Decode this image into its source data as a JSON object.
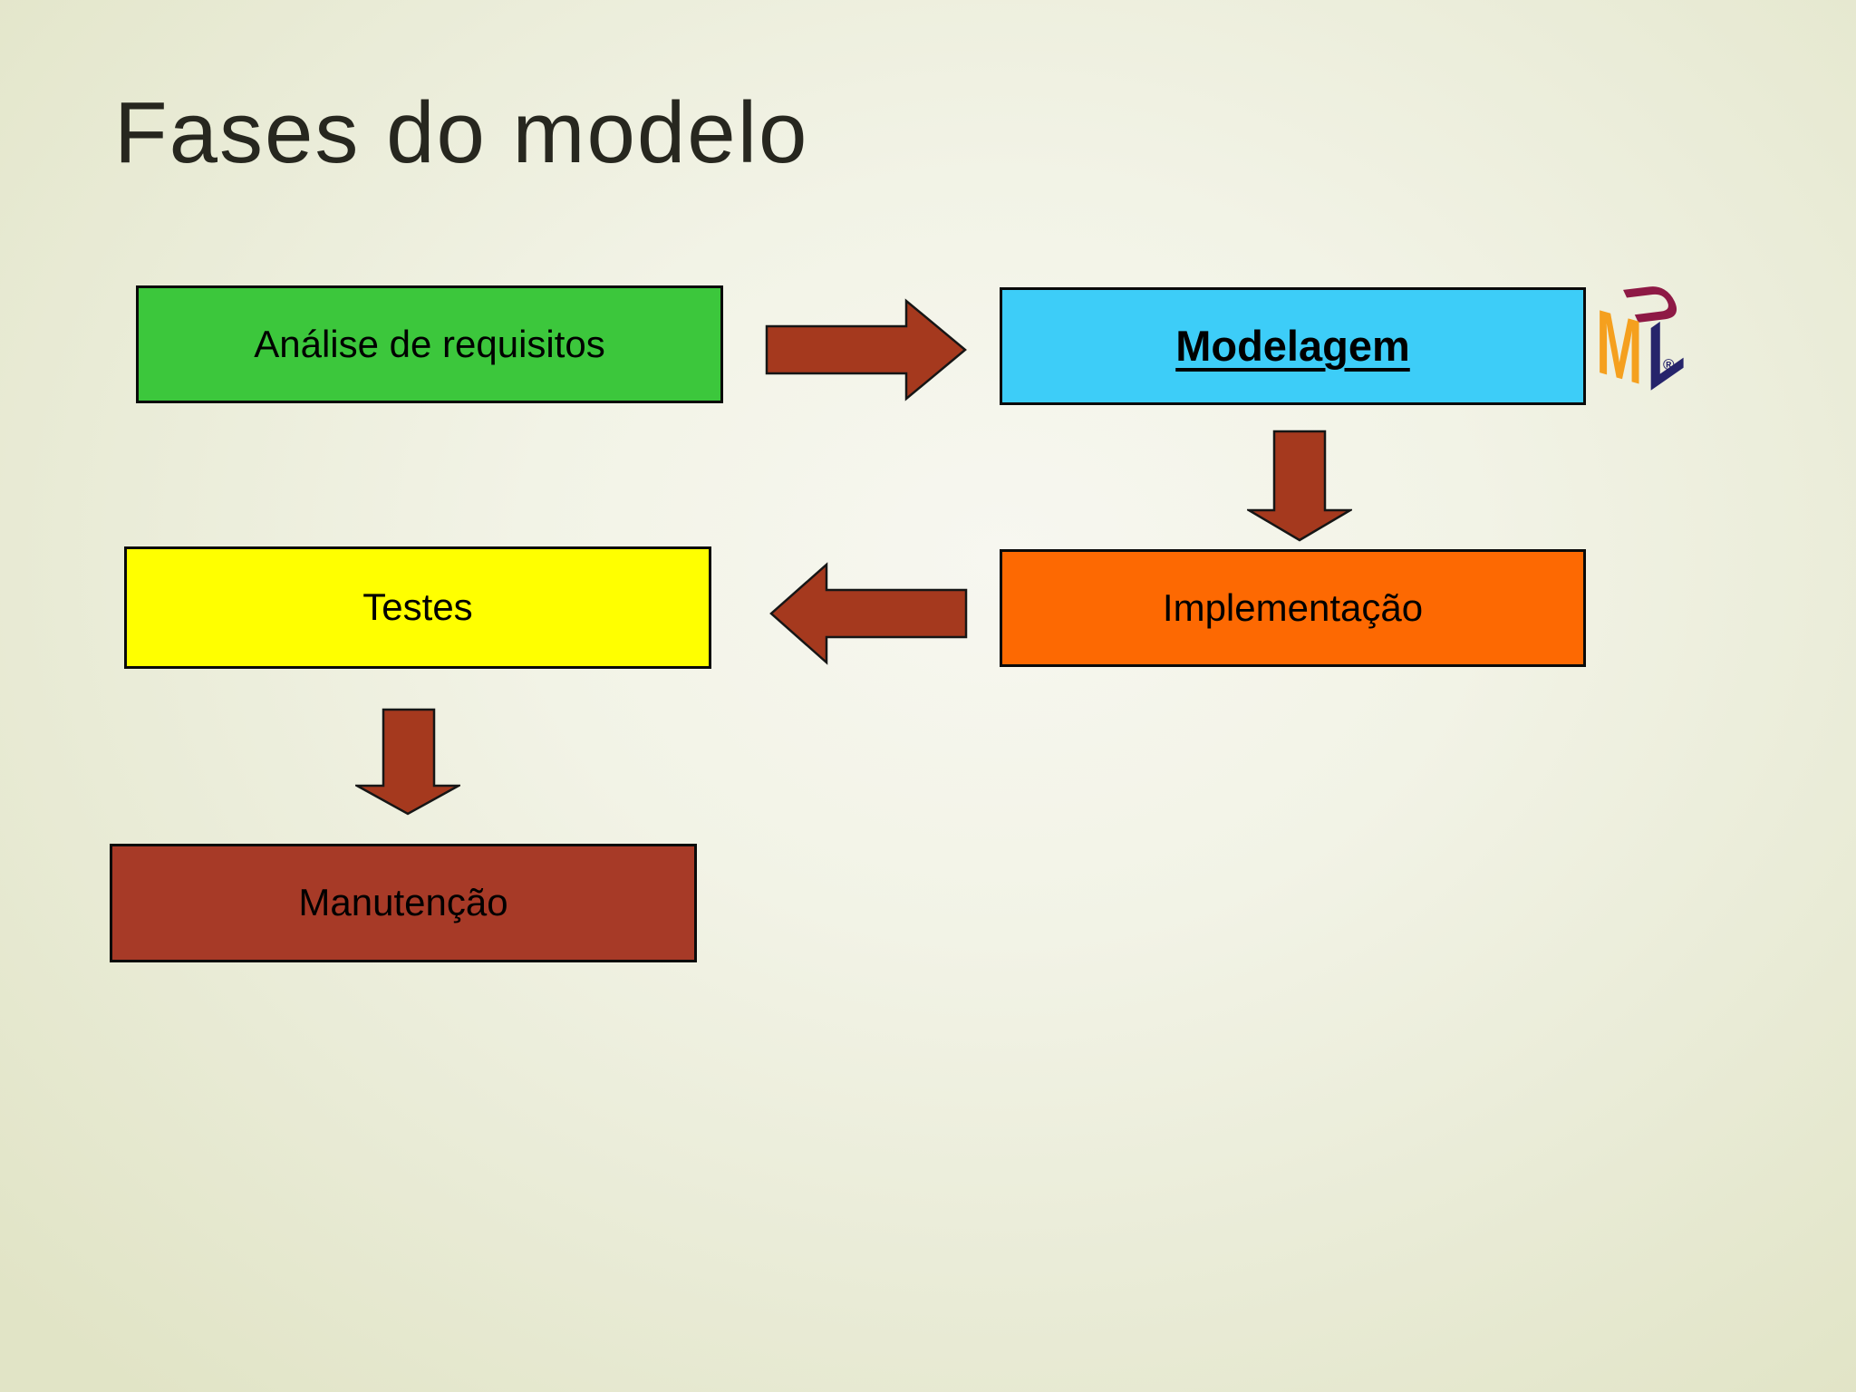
{
  "slide": {
    "title": "Fases do modelo",
    "background": {
      "center_color": "#f7f7f0",
      "edge_color": "#e1e4c6"
    }
  },
  "diagram": {
    "arrow_color": "#a5391e",
    "arrow_outline": "#161616",
    "box_border_color": "#0a0a0a",
    "nodes": [
      {
        "label": "Análise de requisitos",
        "fill": "#3cc73c",
        "text_color": "#000000"
      },
      {
        "label": "Modelagem",
        "fill": "#3dcdf8",
        "text_color": "#000000",
        "emphasis": "bold underline"
      },
      {
        "label": "Implementação",
        "fill": "#fd6902",
        "text_color": "#000000"
      },
      {
        "label": "Testes",
        "fill": "#ffff00",
        "text_color": "#000000"
      },
      {
        "label": "Manutenção",
        "fill": "#a73a27",
        "text_color": "#000000"
      }
    ],
    "flow": [
      "Análise de requisitos → Modelagem",
      "Modelagem → Implementação",
      "Implementação → Testes",
      "Testes → Manutenção"
    ]
  },
  "uml_logo": {
    "letters": [
      {
        "char": "U",
        "color": "#8e1945"
      },
      {
        "char": "M",
        "color": "#f5a01e"
      },
      {
        "char": "L",
        "color": "#26246b"
      }
    ],
    "registered_mark": "®"
  }
}
